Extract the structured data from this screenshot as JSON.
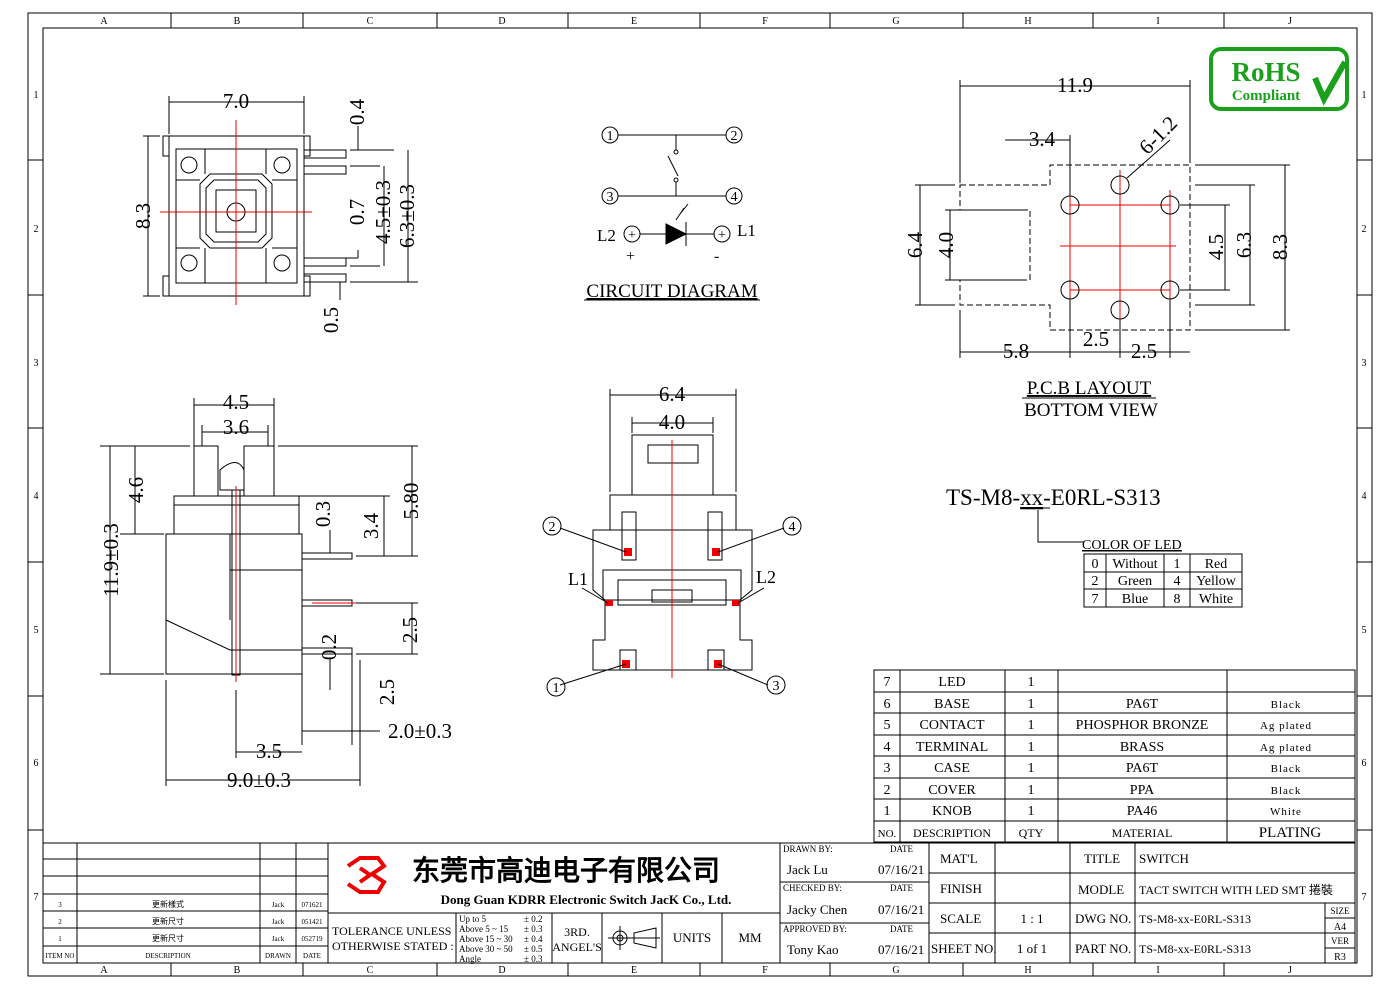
{
  "grid": {
    "columns": [
      "A",
      "B",
      "C",
      "D",
      "E",
      "F",
      "G",
      "H",
      "I",
      "J"
    ],
    "rows": [
      "1",
      "2",
      "3",
      "4",
      "5",
      "6",
      "7"
    ]
  },
  "badge": {
    "line1": "RoHS",
    "line2": "Compliant"
  },
  "top_view": {
    "width": "7.0",
    "height": "8.3",
    "dim_04": "0.4",
    "dim_07": "0.7",
    "dim_45": "4.5±0.3",
    "dim_63": "6.3±0.3",
    "dim_05": "0.5"
  },
  "circuit": {
    "pin1": "1",
    "pin2": "2",
    "pin3": "3",
    "pin4": "4",
    "l1": "L1",
    "l2": "L2",
    "plus": "+",
    "minus": "-",
    "title": "CIRCUIT DIAGRAM"
  },
  "pcb": {
    "d119": "11.9",
    "d34": "3.4",
    "d612": "6-1.2",
    "d64": "6.4",
    "d40": "4.0",
    "d45": "4.5",
    "d63": "6.3",
    "d83": "8.3",
    "d58": "5.8",
    "d25a": "2.5",
    "d25b": "2.5",
    "title": "P.C.B LAYOUT",
    "subtitle": "BOTTOM VIEW"
  },
  "side_view": {
    "d45": "4.5",
    "d36": "3.6",
    "d46": "4.6",
    "d119": "11.9±0.3",
    "d03": "0.3",
    "d34": "3.4",
    "d580": "5.80",
    "d02": "0.2",
    "d25a": "2.5",
    "d25b": "2.5",
    "d20": "2.0±0.3",
    "d35": "3.5",
    "d90": "9.0±0.3"
  },
  "front_view": {
    "d64": "6.4",
    "d40": "4.0",
    "p1": "1",
    "p2": "2",
    "p3": "3",
    "p4": "4",
    "l1": "L1",
    "l2": "L2"
  },
  "part_code": {
    "prefix": "TS-M8-",
    "var": "xx",
    "suffix": "-E0RL-S313",
    "label": "COLOR OF LED"
  },
  "led_colors": [
    [
      "0",
      "Without",
      "1",
      "Red"
    ],
    [
      "2",
      "Green",
      "4",
      "Yellow"
    ],
    [
      "7",
      "Blue",
      "8",
      "White"
    ]
  ],
  "bom": {
    "rows": [
      [
        "7",
        "LED",
        "1",
        "",
        ""
      ],
      [
        "6",
        "BASE",
        "1",
        "PA6T",
        "Black"
      ],
      [
        "5",
        "CONTACT",
        "1",
        "PHOSPHOR BRONZE",
        "Ag plated"
      ],
      [
        "4",
        "TERMINAL",
        "1",
        "BRASS",
        "Ag plated"
      ],
      [
        "3",
        "CASE",
        "1",
        "PA6T",
        "Black"
      ],
      [
        "2",
        "COVER",
        "1",
        "PPA",
        "Black"
      ],
      [
        "1",
        "KNOB",
        "1",
        "PA46",
        "White"
      ]
    ],
    "header": [
      "NO.",
      "DESCRIPTION",
      "QTY",
      "MATERIAL",
      "PLATING"
    ]
  },
  "revisions": {
    "rows": [
      [
        "3",
        "更新樣式",
        "Jack",
        "071621"
      ],
      [
        "2",
        "更新尺寸",
        "Jack",
        "051421"
      ],
      [
        "1",
        "更新尺寸",
        "Jack",
        "052719"
      ]
    ],
    "header": [
      "ITEM NO",
      "DESCRIPTION",
      "DRAWN",
      "DATE"
    ]
  },
  "company": {
    "cn": "东莞市高迪电子有限公司",
    "en": "Dong Guan KDRR  Electronic Switch JacK Co., Ltd."
  },
  "tolerance": {
    "label1": "TOLERANCE UNLESS",
    "label2": "OTHERWISE STATED :",
    "r1": "Up to 5",
    "r2": "Above 5  ~ 15",
    "r3": "Above 15 ~ 30",
    "r4": "Above 30 ~ 50",
    "r5": "Angle",
    "v1": "± 0.2",
    "v2": "± 0.3",
    "v3": "± 0.4",
    "v4": "± 0.5",
    "v5": "± 0.3"
  },
  "angle": {
    "l1": "3RD.",
    "l2": "ANGEL'S"
  },
  "units": {
    "label": "UNITS",
    "value": "MM"
  },
  "approvals": [
    {
      "role": "DRAWN BY:",
      "name": "Jack  Lu",
      "date_label": "DATE",
      "date": "07/16/21"
    },
    {
      "role": "CHECKED BY:",
      "name": "Jacky Chen",
      "date_label": "DATE",
      "date": "07/16/21"
    },
    {
      "role": "APPROVED BY:",
      "name": "Tony Kao",
      "date_label": "DATE",
      "date": "07/16/21"
    }
  ],
  "title_block": {
    "matl": "MAT'L",
    "finish": "FINISH",
    "scale": "SCALE",
    "scale_v": "1 : 1",
    "sheet": "SHEET NO.",
    "sheet_v": "1 of 1",
    "title_l": "TITLE",
    "title_v": "SWITCH",
    "model_l": "MODLE",
    "model_v": "TACT  SWITCH  WITH  LED  SMT 捲裝",
    "dwg_l": "DWG NO.",
    "dwg_v": "TS-M8-xx-E0RL-S313",
    "part_l": "PART NO.",
    "part_v": "TS-M8-xx-E0RL-S313",
    "size_l": "SIZE",
    "size_v": "A4",
    "ver_l": "VER",
    "ver_v": "R3"
  }
}
